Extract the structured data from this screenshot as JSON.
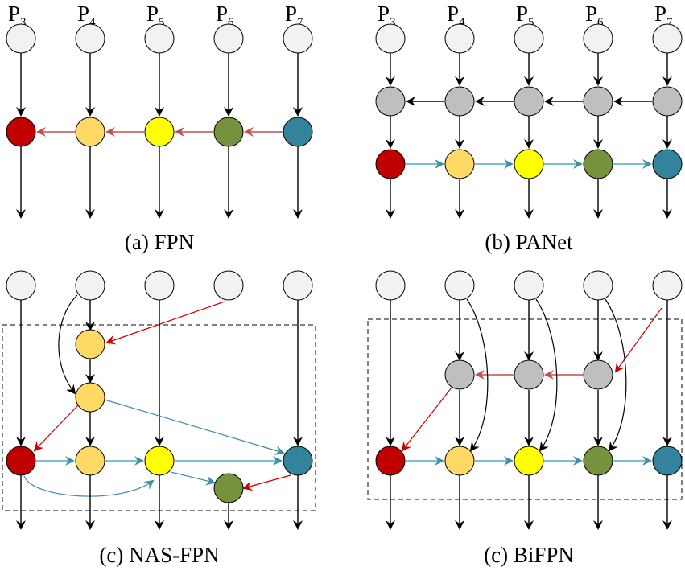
{
  "colors": {
    "input": "#f2f2f2",
    "intermediate": "#bfbfbf",
    "p3_out": "#c00000",
    "p4_out": "#ffd966",
    "p5_out": "#ffff00",
    "p6_out": "#76923c",
    "p7_out": "#31849b",
    "edge_black": "#000000",
    "edge_red": "#c0504d",
    "edge_redline": "#cc0000",
    "edge_teal": "#4bacc6",
    "edge_tealline": "#3d8fa6"
  },
  "level_labels": [
    {
      "main": "P",
      "sub": "3"
    },
    {
      "main": "P",
      "sub": "4"
    },
    {
      "main": "P",
      "sub": "5"
    },
    {
      "main": "P",
      "sub": "6"
    },
    {
      "main": "P",
      "sub": "7"
    }
  ],
  "panels": {
    "fpn": {
      "caption": "(a) FPN"
    },
    "panet": {
      "caption": "(b) PANet"
    },
    "nasfpn": {
      "caption": "(c) NAS-FPN"
    },
    "bifpn": {
      "caption": "(c) BiFPN"
    }
  }
}
